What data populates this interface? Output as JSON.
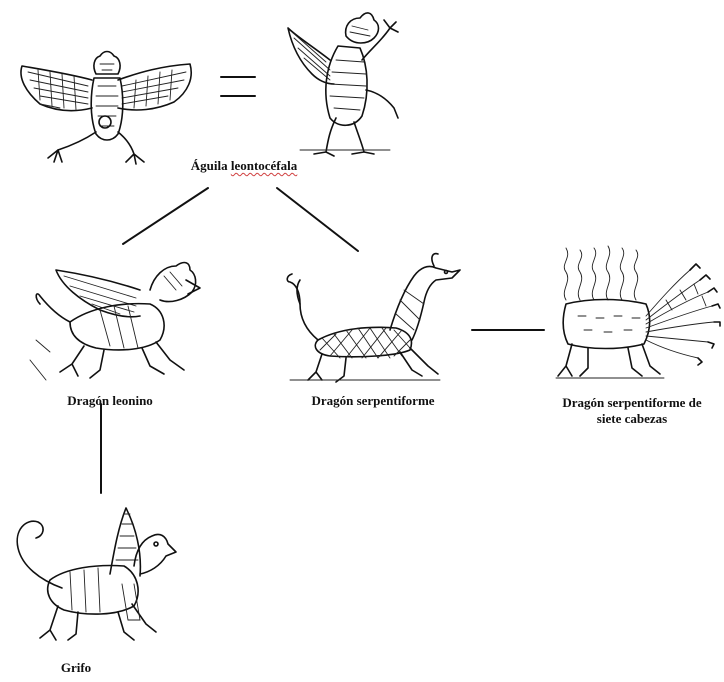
{
  "diagram": {
    "nodes": {
      "eagle": {
        "label": "Águila leontocéfala",
        "label_main": "Águila ",
        "label_marked": "leontocéfala"
      },
      "leonine": {
        "label": "Dragón leonino"
      },
      "serpentine": {
        "label": "Dragón serpentiforme"
      },
      "seven_heads": {
        "label_line1": "Dragón serpentiforme de",
        "label_line2": "siete cabezas"
      },
      "griffin": {
        "label": "Grifo"
      }
    },
    "equivalence_symbol": "=",
    "edges": [
      [
        "eagle",
        "leonine"
      ],
      [
        "eagle",
        "serpentine"
      ],
      [
        "serpentine",
        "seven_heads"
      ],
      [
        "leonine",
        "griffin"
      ]
    ]
  }
}
